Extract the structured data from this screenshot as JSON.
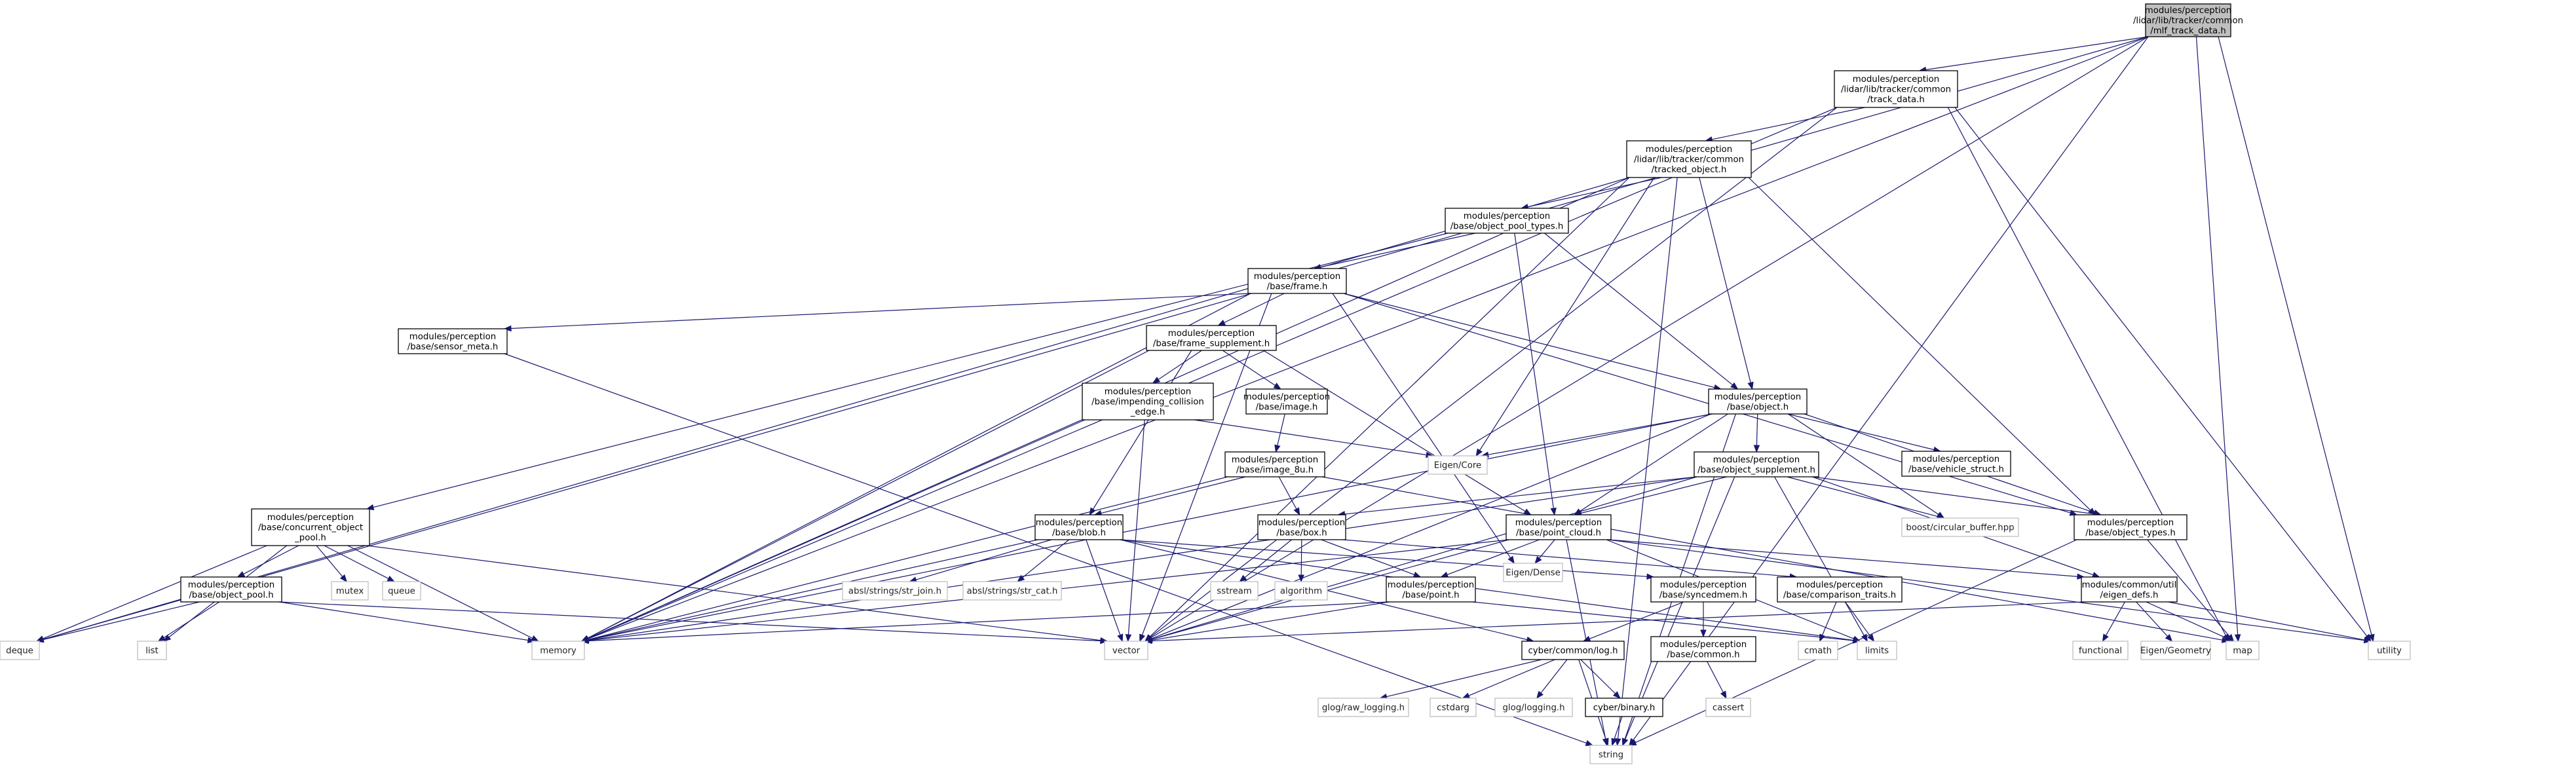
{
  "colors": {
    "edge": "#191970",
    "root_fill": "#bfbfbf",
    "node_border": "#000000",
    "system_border": "#bfbfbf"
  },
  "nodes": {
    "root": [
      "modules/perception",
      "/lidar/lib/tracker/common",
      "/mlf_track_data.h"
    ],
    "track_data": [
      "modules/perception",
      "/lidar/lib/tracker/common",
      "/track_data.h"
    ],
    "tracked_object": [
      "modules/perception",
      "/lidar/lib/tracker/common",
      "/tracked_object.h"
    ],
    "object_pool_types": [
      "modules/perception",
      "/base/object_pool_types.h"
    ],
    "frame": [
      "modules/perception",
      "/base/frame.h"
    ],
    "sensor_meta": [
      "modules/perception",
      "/base/sensor_meta.h"
    ],
    "frame_supplement": [
      "modules/perception",
      "/base/frame_supplement.h"
    ],
    "impending": [
      "modules/perception",
      "/base/impending_collision",
      "_edge.h"
    ],
    "image": [
      "modules/perception",
      "/base/image.h"
    ],
    "object": [
      "modules/perception",
      "/base/object.h"
    ],
    "eigen_core": [
      "Eigen/Core"
    ],
    "vehicle_struct": [
      "modules/perception",
      "/base/vehicle_struct.h"
    ],
    "image_8u": [
      "modules/perception",
      "/base/image_8u.h"
    ],
    "object_supplement": [
      "modules/perception",
      "/base/object_supplement.h"
    ],
    "concurrent_pool": [
      "modules/perception",
      "/base/concurrent_object",
      "_pool.h"
    ],
    "blob": [
      "modules/perception",
      "/base/blob.h"
    ],
    "box": [
      "modules/perception",
      "/base/box.h"
    ],
    "point_cloud": [
      "modules/perception",
      "/base/point_cloud.h"
    ],
    "boost_cb": [
      "boost/circular_buffer.hpp"
    ],
    "object_types": [
      "modules/perception",
      "/base/object_types.h"
    ],
    "object_pool": [
      "modules/perception",
      "/base/object_pool.h"
    ],
    "mutex": [
      "mutex"
    ],
    "queue": [
      "queue"
    ],
    "str_join": [
      "absl/strings/str_join.h"
    ],
    "str_cat": [
      "absl/strings/str_cat.h"
    ],
    "sstream": [
      "sstream"
    ],
    "algorithm": [
      "algorithm"
    ],
    "point": [
      "modules/perception",
      "/base/point.h"
    ],
    "eigen_dense": [
      "Eigen/Dense"
    ],
    "syncedmem": [
      "modules/perception",
      "/base/syncedmem.h"
    ],
    "comparison_traits": [
      "modules/perception",
      "/base/comparison_traits.h"
    ],
    "eigen_defs": [
      "modules/common/util",
      "/eigen_defs.h"
    ],
    "deque": [
      "deque"
    ],
    "list": [
      "list"
    ],
    "memory": [
      "memory"
    ],
    "vector": [
      "vector"
    ],
    "cmath": [
      "cmath"
    ],
    "limits": [
      "limits"
    ],
    "functional": [
      "functional"
    ],
    "eigen_geometry": [
      "Eigen/Geometry"
    ],
    "map": [
      "map"
    ],
    "utility": [
      "utility"
    ],
    "cyber_log": [
      "cyber/common/log.h"
    ],
    "base_common": [
      "modules/perception",
      "/base/common.h"
    ],
    "cassert": [
      "cassert"
    ],
    "glog_raw": [
      "glog/raw_logging.h"
    ],
    "cstdarg": [
      "cstdarg"
    ],
    "glog_logging": [
      "glog/logging.h"
    ],
    "cyber_binary": [
      "cyber/binary.h"
    ],
    "string": [
      "string"
    ]
  }
}
